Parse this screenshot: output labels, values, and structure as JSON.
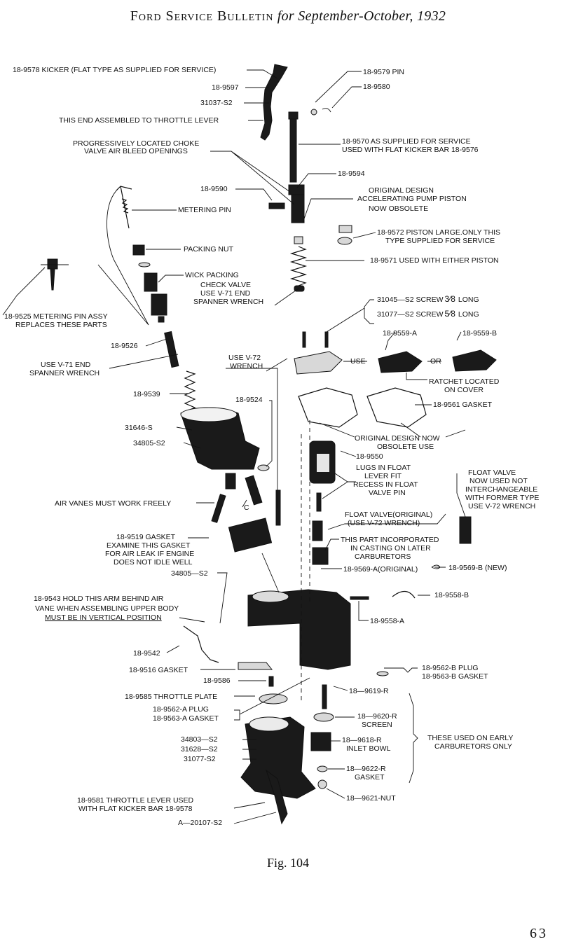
{
  "header": {
    "sc_part": "Ford Service Bulletin",
    "it_part": "for September-October, 1932"
  },
  "caption": "Fig. 104",
  "page_number": "63",
  "labels": {
    "kicker": "18-9578 KICKER (FLAT TYPE AS SUPPLIED FOR SERVICE)",
    "p9579": "18-9579 PIN",
    "p9597": "18-9597",
    "p9580": "18-9580",
    "p31037": "31037-S2",
    "throttle_end": "THIS END ASSEMBLED TO THROTTLE LEVER",
    "choke1": "PROGRESSIVELY LOCATED CHOKE",
    "choke2": "VALVE AIR BLEED OPENINGS",
    "p9570a": "18-9570 AS SUPPLIED FOR SERVICE",
    "p9570b": "USED WITH FLAT KICKER BAR 18-9576",
    "p9594": "18-9594",
    "p9590": "18-9590",
    "orig1": "ORIGINAL DESIGN",
    "orig2": "ACCELERATING PUMP PISTON",
    "orig3": "NOW OBSOLETE",
    "metering_pin": "METERING PIN",
    "p9572a": "18-9572 PISTON LARGE.ONLY THIS",
    "p9572b": "TYPE SUPPLIED FOR SERVICE",
    "packing_nut": "PACKING NUT",
    "p9571": "18-9571  USED WITH EITHER  PISTON",
    "wick": "WICK PACKING",
    "check1": "CHECK VALVE",
    "check2": "USE V-71 END",
    "check3": "SPANNER WRENCH",
    "screw1": "31045—S2 SCREW",
    "screw1_frac": "3⁄8",
    "screw1_end": "LONG",
    "screw2": "31077—S2 SCREW",
    "screw2_frac": "5⁄8",
    "screw2_end": "LONG",
    "p9525a": "18-9525 METERING PIN  ASSY",
    "p9525b": "REPLACES THESE PARTS",
    "p9559a": "18-9559-A",
    "p9559b": "18-9559-B",
    "p9526": "18-9526",
    "v72a": "USE V-72",
    "v72b": "WRENCH",
    "use": "USE",
    "or": "OR",
    "v71a": "USE V-71 END",
    "v71b": "SPANNER WRENCH",
    "ratchet1": "RATCHET LOCATED",
    "ratchet2": "ON COVER",
    "p9539": "18-9539",
    "p9524": "18-9524",
    "p9561": "18-9561  GASKET",
    "p31646": "31646-S",
    "p34805a": "34805-S2",
    "obsolete1": "ORIGINAL DESIGN NOW",
    "obsolete2": "OBSOLETE USE",
    "p9550": "18-9550",
    "lugs1": "LUGS IN FLOAT",
    "lugs2": "LEVER  FIT",
    "lugs3": "RECESS IN FLOAT",
    "lugs4": "VALVE PIN",
    "fv1": "FLOAT VALVE",
    "fv2": "NOW USED NOT",
    "fv3": "INTERCHANGEABLE",
    "fv4": "WITH FORMER TYPE",
    "fv5": "USE V-72 WRENCH",
    "air_vanes": "AIR VANES MUST WORK FREELY",
    "c_label": "C",
    "fvo1": "FLOAT VALVE(ORIGINAL)",
    "fvo2": "(USE V-72  WRENCH)",
    "p9519a": "18-9519  GASKET",
    "p9519b": "EXAMINE THIS GASKET",
    "p9519c": "FOR AIR LEAK IF ENGINE",
    "p9519d": "DOES NOT IDLE WELL",
    "inc1": "THIS PART INCORPORATED",
    "inc2": "IN CASTING ON LATER",
    "inc3": "CARBURETORS",
    "p9569a": "18-9569-A(ORIGINAL)",
    "p9569b": "18-9569-B (NEW)",
    "p34805b": "34805—S2",
    "p9543a": "18-9543 HOLD THIS ARM BEHIND AIR",
    "p9543b": "VANE WHEN ASSEMBLING UPPER BODY",
    "p9543c": "MUST BE IN VERTICAL POSITION",
    "p9558b": "18-9558-B",
    "p9558a": "18-9558-A",
    "p9542": "18-9542",
    "p9516": "18-9516  GASKET",
    "p9562b": "18-9562-B PLUG",
    "p9563b": "18-9563-B GASKET",
    "p9586": "18-9586",
    "p9619": "18—9619-R",
    "p9585": "18-9585  THROTTLE PLATE",
    "p9562a": "18-9562-A PLUG",
    "p9563a": "18-9563-A GASKET",
    "p9620a": "18—9620-R",
    "p9620b": "SCREEN",
    "p34803": "34803—S2",
    "p31628": "31628—S2",
    "p31077": "31077-S2",
    "p9618a": "18—9618-R",
    "p9618b": "INLET BOWL",
    "early1": "THESE USED ON EARLY",
    "early2": "CARBURETORS ONLY",
    "p9622a": "18—9622-R",
    "p9622b": "GASKET",
    "p9581a": "18-9581 THROTTLE LEVER USED",
    "p9581b": "WITH FLAT KICKER BAR  18-9578",
    "p9621": "18—9621-NUT",
    "pA20107": "A—20107-S2"
  }
}
